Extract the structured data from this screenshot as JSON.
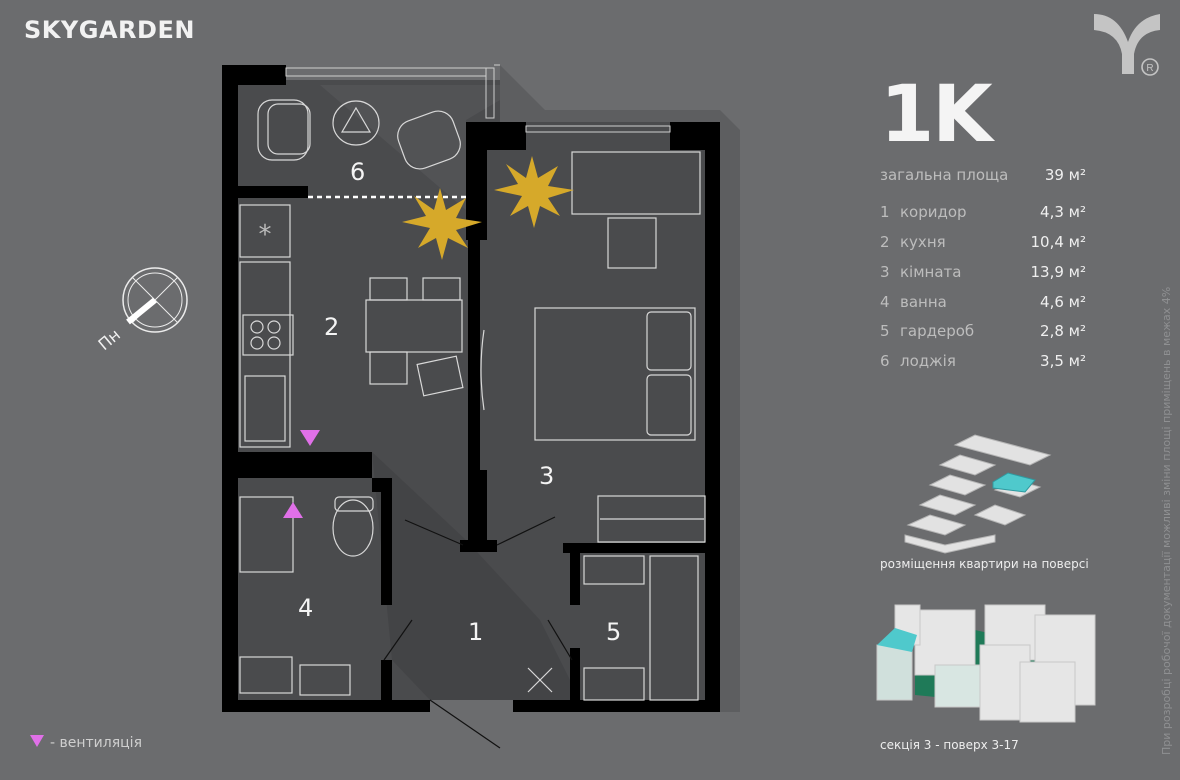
{
  "brand": "SKYGARDEN",
  "logo": {
    "icon": "y-logo-icon",
    "mark": "®"
  },
  "apartment": {
    "type": "1K",
    "total_label": "загальна площа",
    "total_value": "39 м²",
    "rooms": [
      {
        "num": "1",
        "name": "коридор",
        "area": "4,3 м²"
      },
      {
        "num": "2",
        "name": "кухня",
        "area": "10,4 м²"
      },
      {
        "num": "3",
        "name": "кімната",
        "area": "13,9 м²"
      },
      {
        "num": "4",
        "name": "ванна",
        "area": "4,6 м²"
      },
      {
        "num": "5",
        "name": "гардероб",
        "area": "2,8 м²"
      },
      {
        "num": "6",
        "name": "лоджія",
        "area": "3,5 м²"
      }
    ]
  },
  "compass": {
    "label": "Пн"
  },
  "legend": {
    "ventilation": "- вентиляція",
    "color": "#e070e8"
  },
  "floor_caption": "розміщення квартири на поверсі",
  "section_caption": "секція 3 - поверх 3-17",
  "note": "При розробці робочої документації можливі зміни площі приміщень в межах 4%",
  "colors": {
    "background": "#6b6c6e",
    "floor": "#4a4b4d",
    "wall": "#000000",
    "highlight": "#4fc9cc",
    "courtyard": "#1f7a58"
  }
}
